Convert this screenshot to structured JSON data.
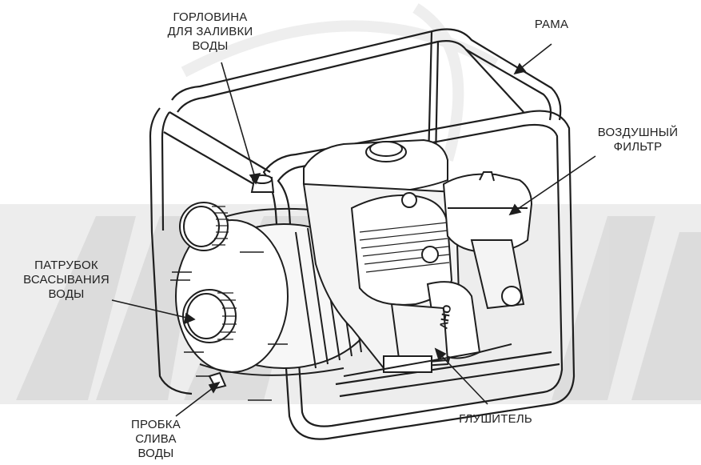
{
  "labels": {
    "filler_neck": "ГОРЛОВИНА\nДЛЯ ЗАЛИВКИ\nВОДЫ",
    "frame": "РАМА",
    "air_filter": "ВОЗДУШНЫЙ\nФИЛЬТР",
    "suction_pipe": "ПАТРУБОК\nВСАСЫВАНИЯ\nВОДЫ",
    "drain_plug": "ПРОБКА\nСЛИВА\nВОДЫ",
    "muffler": "ГЛУШИТЕЛЬ"
  },
  "engine_brand": "OHV",
  "colors": {
    "ink": "#222222",
    "watermark": "#d4d4d4",
    "background": "#ffffff"
  }
}
